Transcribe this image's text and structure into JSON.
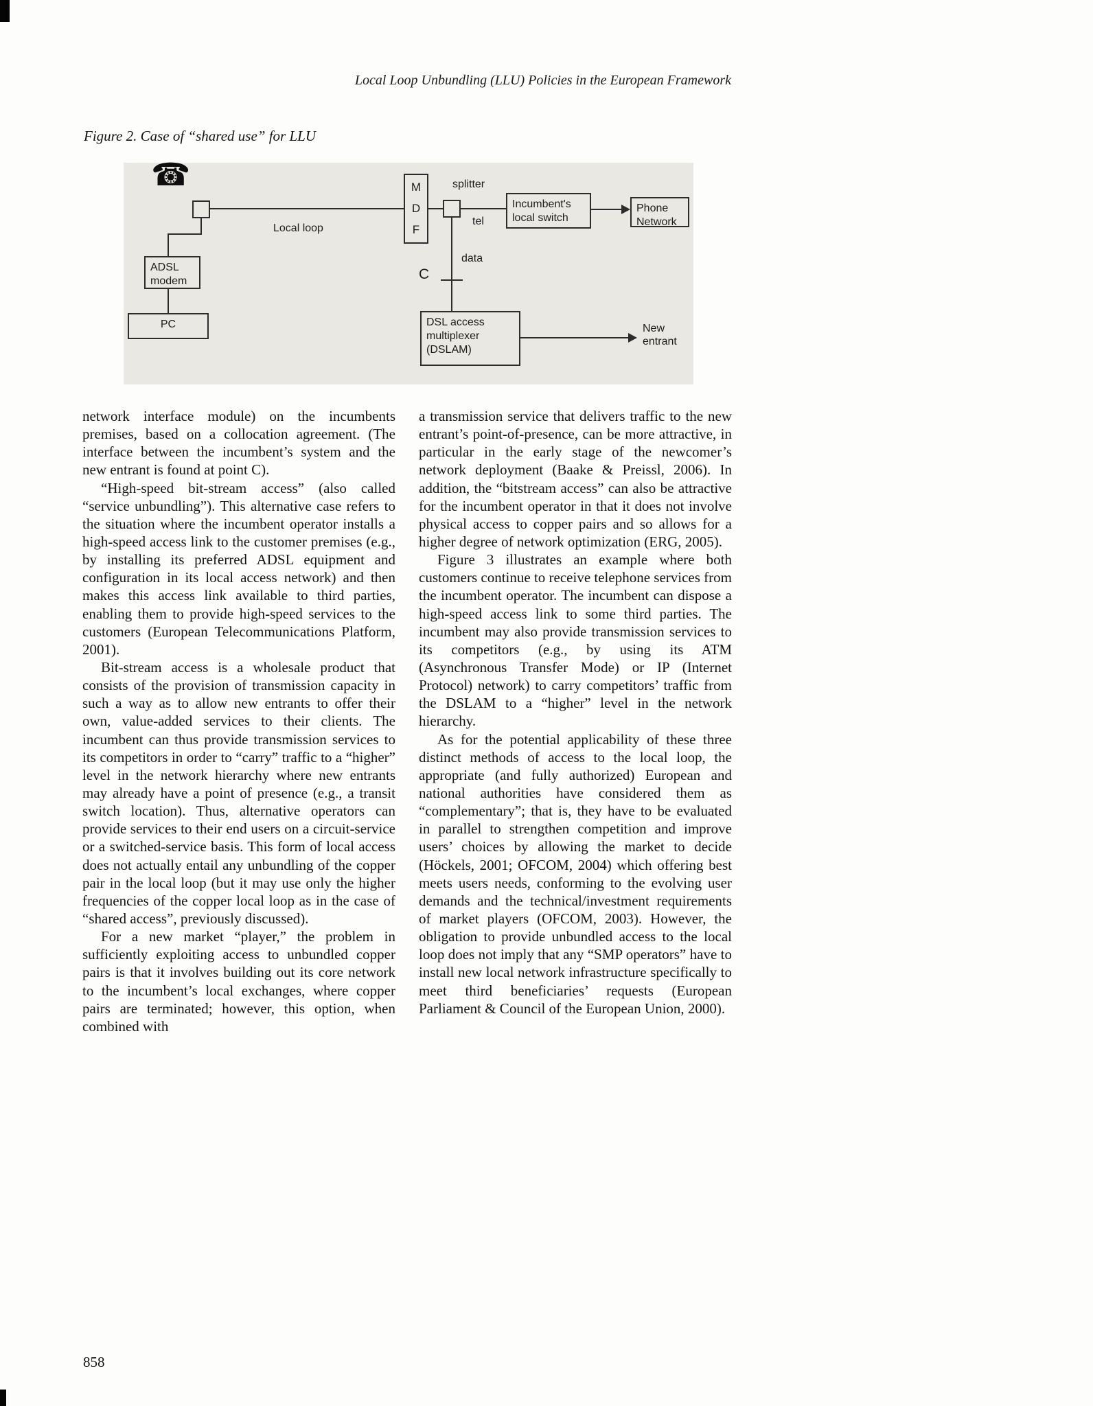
{
  "page": {
    "running_header": "Local Loop Unbundling (LLU) Policies in the European Framework",
    "page_number": "858"
  },
  "figure": {
    "caption": "Figure 2. Case of “shared use” for LLU",
    "telephone_icon": "☎",
    "labels": {
      "local_loop": "Local loop",
      "mdf": "M\nD\nF",
      "splitter": "splitter",
      "tel": "tel",
      "incumbent_switch": "Incumbent's\nlocal switch",
      "phone_network": "Phone\nNetwork",
      "data": "data",
      "point_c": "C",
      "dslam": "DSL access\nmultiplexer\n(DSLAM)",
      "new_entrant": "New\nentrant",
      "adsl_modem": "ADSL\nmodem",
      "pc": "PC"
    }
  },
  "body": {
    "left_column": [
      "network interface module) on the incumbents premises, based on a collocation agreement. (The interface between the incumbent’s system and the new entrant is found at point C).",
      "“High-speed bit-stream access” (also called “service unbundling”). This alternative case refers to the situation where the incumbent operator installs a high-speed access link to the customer premises (e.g., by installing its preferred ADSL equipment and configuration in its local access network) and then makes this access link available to third parties, enabling them to provide high-speed services to the customers (European Telecommunications Platform, 2001).",
      "Bit-stream access is a wholesale product that consists of the provision of transmission capacity in such a way as to allow new entrants to offer their own, value-added services to their clients. The incumbent can thus provide transmission services to its competitors in order to “carry” traffic to a “higher” level in the network hierarchy where new entrants may already have a point of presence (e.g., a transit switch location). Thus, alternative operators can provide services to their end users on a circuit-service or a switched-service basis. This form of local access does not actually entail any unbundling of the copper pair in the local loop (but it may use only the higher frequencies of the copper local loop as in the case of “shared access”, previously discussed).",
      "For a new market “player,” the problem in sufficiently exploiting access to unbundled copper pairs is that it involves building out its core network to the incumbent’s local exchanges, where copper pairs are terminated; however, this option, when combined with"
    ],
    "right_column": [
      "a transmission service that delivers traffic to the new entrant’s point-of-presence, can be more attractive, in particular in the early stage of the newcomer’s network deployment (Baake & Preissl, 2006). In addition, the “bitstream access” can also be attractive for the incumbent operator in that it does not involve physical access to copper pairs and so allows for a higher degree of network optimization (ERG, 2005).",
      "Figure 3 illustrates an example where both customers continue to receive telephone services from the incumbent operator. The incumbent can dispose a high-speed access link to some third parties. The incumbent may also provide transmission services to its competitors (e.g., by using its ATM (Asynchronous Transfer Mode) or IP (Internet Protocol) network) to carry competitors’ traffic from the DSLAM to a “higher” level in the network hierarchy.",
      "As for the potential applicability of these three distinct methods of access to the local loop, the appropriate (and fully authorized) European and national authorities have considered them as “complementary”; that is, they have to be evaluated in parallel to strengthen competition and improve users’ choices by allowing the market to decide (Höckels, 2001; OFCOM, 2004) which offering best meets users needs, conforming to the evolving user demands and the technical/investment requirements of market players (OFCOM, 2003). However, the obligation to provide unbundled access to the local loop does not imply that any “SMP operators” have to install new local network infrastructure specifically to meet third beneficiaries’ requests (European Parliament & Council of the European Union, 2000)."
    ]
  }
}
